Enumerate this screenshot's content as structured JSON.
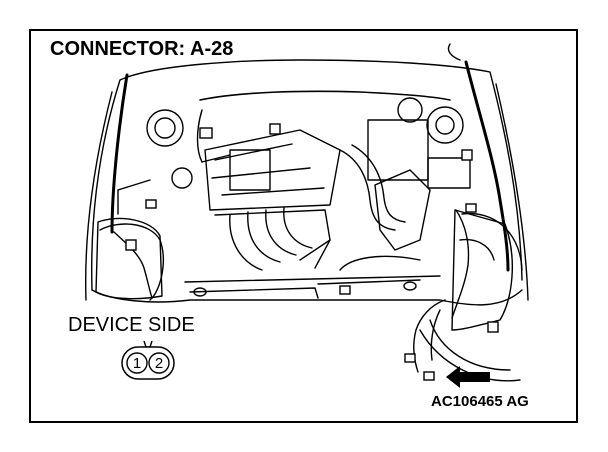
{
  "diagram": {
    "title": "CONNECTOR: A-28",
    "device_label": "DEVICE SIDE",
    "connector_pins": [
      "1",
      "2"
    ],
    "figure_code": "AC106465 AG",
    "icons": [
      "engine-bay-illustration",
      "connector-face-icon",
      "location-arrow-icon"
    ]
  }
}
